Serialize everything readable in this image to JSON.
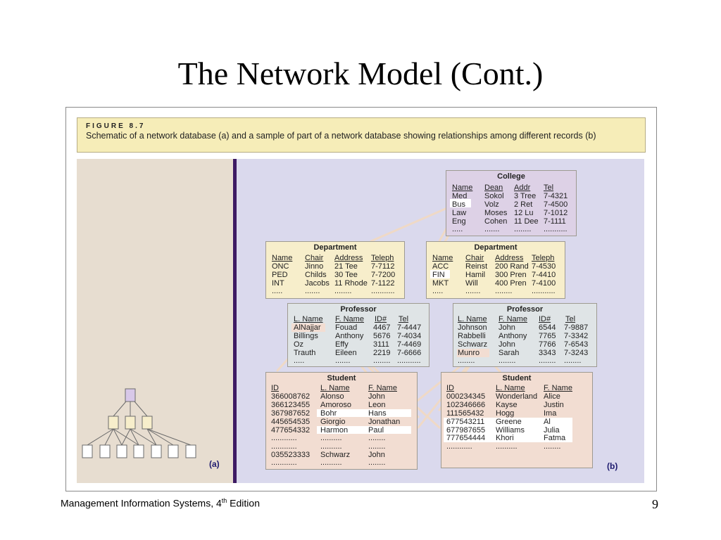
{
  "slide": {
    "title": "The Network Model (Cont.)",
    "footer_text": "Management Information Systems, 4",
    "footer_sup": "th",
    "footer_suffix": " Edition",
    "page_number": "9"
  },
  "figure": {
    "label": "FIGURE 8.7",
    "caption": "Schematic of a network database (a) and a sample of part of a network database showing relationships among different records (b)",
    "panel_a_tag": "(a)",
    "panel_b_tag": "(b)"
  },
  "tables": {
    "college": {
      "title": "College",
      "headers": [
        "Name",
        "Dean",
        "Addr",
        "Tel"
      ],
      "rows": [
        [
          "Med",
          "Sokol",
          "3 Tree",
          "7-4321"
        ],
        [
          "Bus",
          "Volz",
          "2 Ret",
          "7-4500"
        ],
        [
          "Law",
          "Moses",
          "12 Lu",
          "7-1012"
        ],
        [
          "Eng",
          "Cohen",
          "11 Dee",
          "7-1111"
        ],
        [
          ".....",
          ".......",
          "........",
          "..........."
        ]
      ]
    },
    "department_left": {
      "title": "Department",
      "headers": [
        "Name",
        "Chair",
        "Address",
        "Teleph"
      ],
      "rows": [
        [
          "ONC",
          "Jinno",
          "21 Tee",
          "7-7112"
        ],
        [
          "PED",
          "Childs",
          "30 Tee",
          "7-7200"
        ],
        [
          "INT",
          "Jacobs",
          "11 Rhode",
          "7-1122"
        ],
        [
          ".....",
          ".......",
          "........",
          "..........."
        ]
      ]
    },
    "department_right": {
      "title": "Department",
      "headers": [
        "Name",
        "Chair",
        "Address",
        "Teleph"
      ],
      "rows": [
        [
          "ACC",
          "Reinst",
          "200 Rand",
          "7-4530"
        ],
        [
          "FIN",
          "Hamil",
          "300 Pren",
          "7-4410"
        ],
        [
          "MKT",
          "Will",
          "400 Pren",
          "7-4100"
        ],
        [
          ".....",
          ".......",
          "........",
          "..........."
        ]
      ]
    },
    "professor_left": {
      "title": "Professor",
      "headers": [
        "L. Name",
        "F. Name",
        "ID#",
        "Tel"
      ],
      "rows": [
        [
          "AlNajjar",
          "Fouad",
          "4467",
          "7-4447"
        ],
        [
          "Billings",
          "Anthony",
          "5676",
          "7-4034"
        ],
        [
          "Oz",
          "Effy",
          "3111",
          "7-4469"
        ],
        [
          "Trauth",
          "Eileen",
          "2219",
          "7-6666"
        ],
        [
          ".....",
          ".......",
          "........",
          "..........."
        ]
      ]
    },
    "professor_right": {
      "title": "Professor",
      "headers": [
        "L. Name",
        "F. Name",
        "ID#",
        "Tel"
      ],
      "rows": [
        [
          "Johnson",
          "John",
          "6544",
          "7-9887"
        ],
        [
          "Rabbelli",
          "Anthony",
          "7765",
          "7-3342"
        ],
        [
          "Schwarz",
          "John",
          "7766",
          "7-6543"
        ],
        [
          "Munro",
          "Sarah",
          "3343",
          "7-3243"
        ],
        [
          "........",
          "........",
          "........",
          "........"
        ]
      ]
    },
    "student_left": {
      "title": "Student",
      "headers": [
        "ID",
        "L. Name",
        "F. Name"
      ],
      "rows": [
        [
          "366008762",
          "Alonso",
          "John"
        ],
        [
          "366123455",
          "Amoroso",
          "Leon"
        ],
        [
          "367987652",
          "Bohr",
          "Hans"
        ],
        [
          "445654535",
          "Giorgio",
          "Jonathan"
        ],
        [
          "477654332",
          "Harmon",
          "Paul"
        ],
        [
          "............",
          "..........",
          "........"
        ],
        [
          "............",
          "..........",
          "........"
        ],
        [
          "035523333",
          "Schwarz",
          "John"
        ],
        [
          "............",
          "..........",
          "........"
        ]
      ]
    },
    "student_right": {
      "title": "Student",
      "headers": [
        "ID",
        "L. Name",
        "F. Name"
      ],
      "rows": [
        [
          "000234345",
          "Wonderland",
          "Alice"
        ],
        [
          "102346666",
          "Kayse",
          "Justin"
        ],
        [
          "111565432",
          "Hogg",
          "Ima"
        ],
        [
          "677543211",
          "Greene",
          "Al"
        ],
        [
          "677987655",
          "Williams",
          "Julia"
        ],
        [
          "777654444",
          "Khori",
          "Fatma"
        ],
        [
          "............",
          "..........",
          "........"
        ]
      ]
    }
  }
}
